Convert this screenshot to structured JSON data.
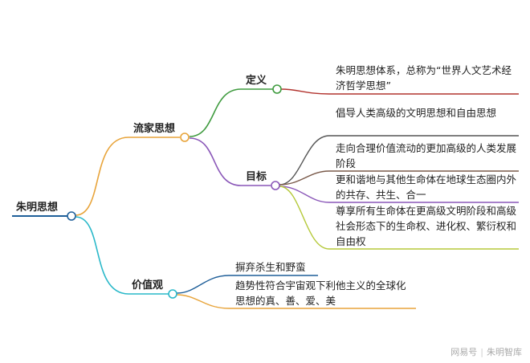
{
  "root": {
    "label": "朱明思想"
  },
  "branches": {
    "liujia": {
      "label": "流家思想"
    },
    "dingyi": {
      "label": "定义",
      "text": "朱明思想体系，总称为“世界人文艺术经济哲学思想”"
    },
    "mubiao": {
      "label": "目标",
      "items": [
        "倡导人类高级的文明思想和自由思想",
        "走向合理价值流动的更加高级的人类发展阶段",
        "更和谐地与其他生命体在地球生态圈内外的共存、共生、合一",
        "尊享所有生命体在更高级文明阶段和高级社会形态下的生命权、进化权、繁衍权和自由权"
      ]
    },
    "jiazhi": {
      "label": "价值观",
      "items": [
        "摒弃杀生和野蛮",
        "趋势性符合宇宙观下利他主义的全球化思想的真、善、爱、美"
      ]
    }
  },
  "watermark": {
    "left": "网易号",
    "right": "朱明智库"
  },
  "colors": {
    "root": "#1f5f99",
    "to_liujia": "#e8a43a",
    "to_jiazhi": "#29b8c9",
    "to_dingyi": "#3f9b3f",
    "to_mubiao": "#8a57b8",
    "dingyi_leaf": "#b2332e",
    "mubiao_leaf1": "#555555",
    "mubiao_leaf2": "#7a5a4a",
    "mubiao_leaf3": "#8a57b8",
    "mubiao_leaf4": "#b5c93a",
    "jiazhi_leaf1": "#1f5f99",
    "jiazhi_leaf2": "#e8a43a"
  }
}
